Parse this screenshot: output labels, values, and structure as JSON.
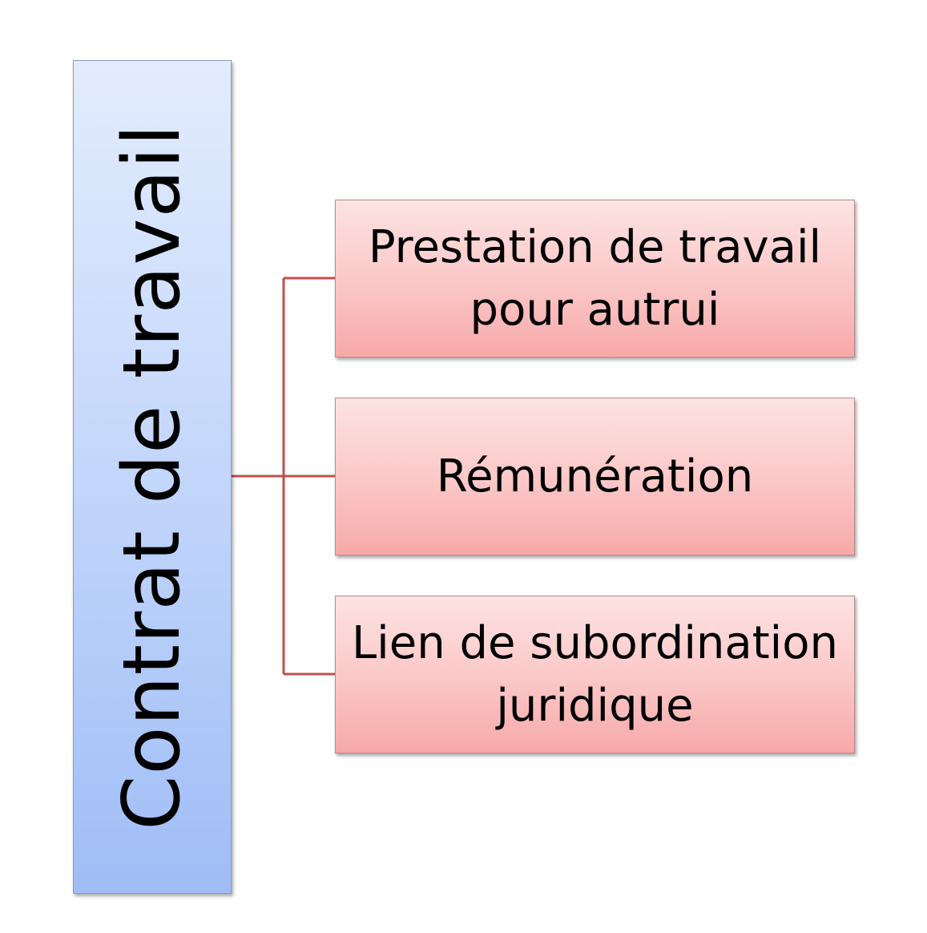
{
  "diagram": {
    "root": {
      "label": "Contrat de travail"
    },
    "children": [
      {
        "label": "Prestation de travail pour autrui"
      },
      {
        "label": "Rémunération"
      },
      {
        "label": "Lien de subordination juridique"
      }
    ],
    "colors": {
      "root_fill_top": "#e3ecfd",
      "root_fill_bottom": "#9fbdf6",
      "child_fill_top": "#fde3e3",
      "child_fill_bottom": "#f7a9a9",
      "connector": "#c0504d"
    }
  }
}
